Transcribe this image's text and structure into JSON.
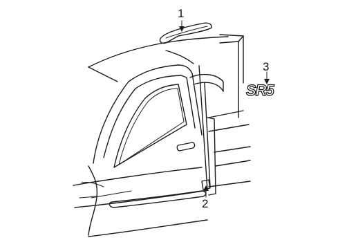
{
  "callouts": [
    {
      "id": "1",
      "label": "1"
    },
    {
      "id": "2",
      "label": "2"
    },
    {
      "id": "3",
      "label": "3"
    }
  ],
  "badge_text": "SR5",
  "line_color": "#1a1a1a",
  "background": "#ffffff"
}
